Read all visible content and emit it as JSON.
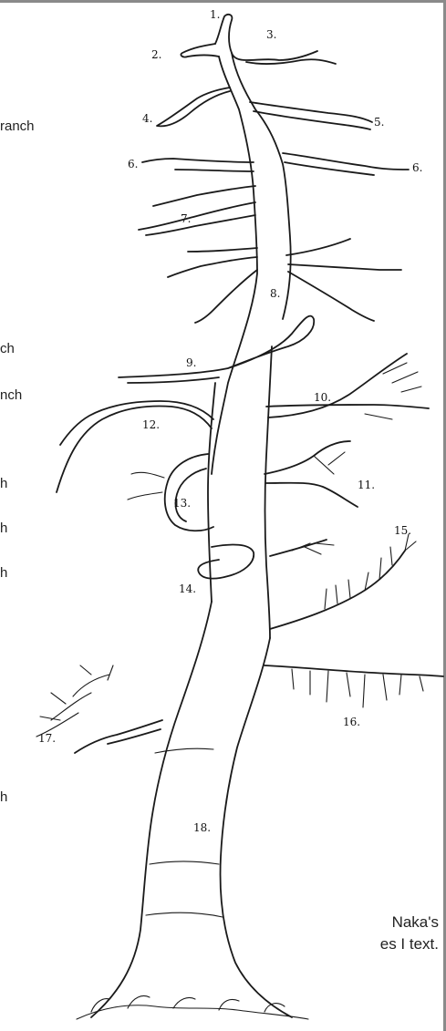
{
  "left_fragments": [
    "ranch",
    "ch",
    "nch",
    "h",
    "h",
    "h",
    "h"
  ],
  "caption": {
    "line1": "Naka's",
    "line2": "es I text."
  },
  "branch_numbers": [
    "1.",
    "2.",
    "3.",
    "4.",
    "5.",
    "6.",
    "6.",
    "7.",
    "8.",
    "9.",
    "10.",
    "11.",
    "12.",
    "13.",
    "14.",
    "15.",
    "16.",
    "17.",
    "18."
  ],
  "colors": {
    "ink": "#1a1a1a",
    "border": "#8a8a8a"
  }
}
